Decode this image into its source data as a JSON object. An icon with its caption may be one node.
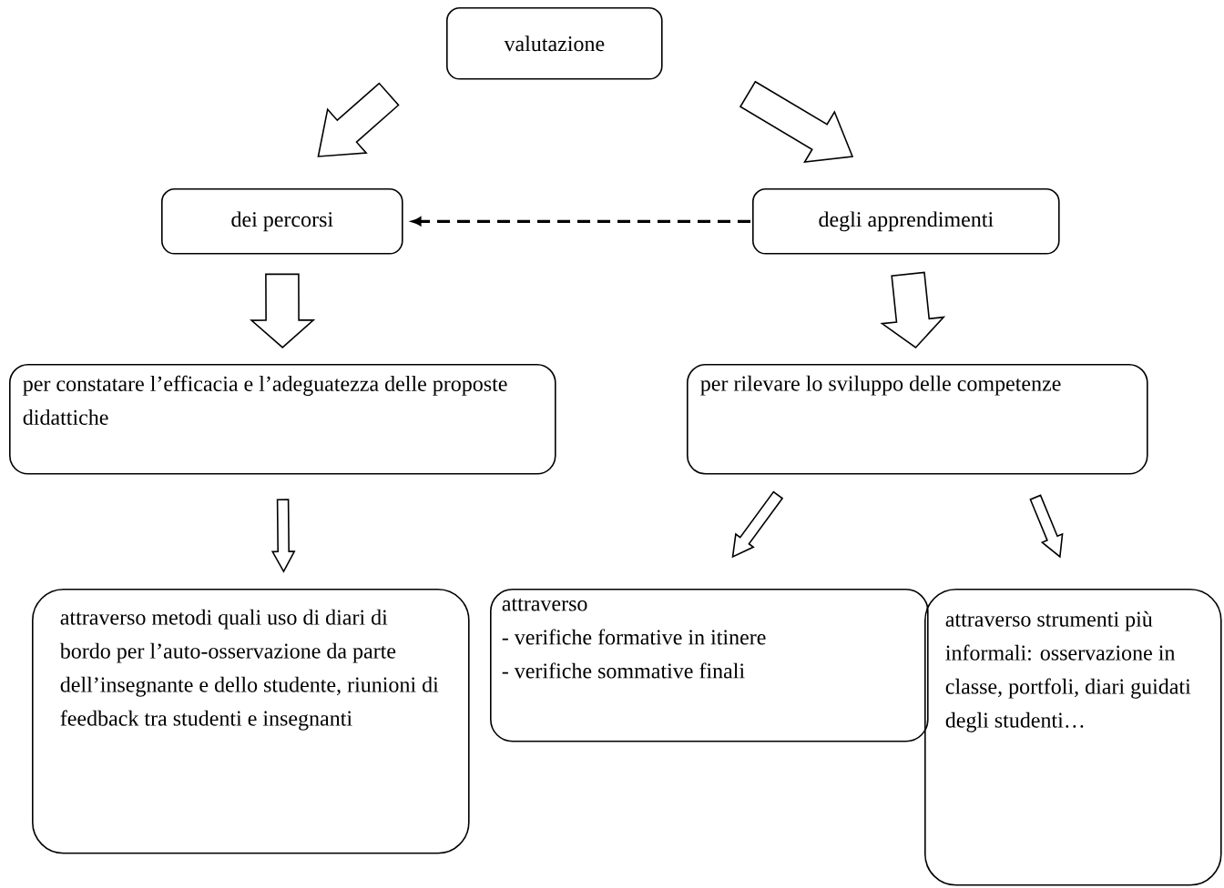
{
  "diagram": {
    "nodes": [
      {
        "text": [
          "valutazione"
        ]
      },
      {
        "text": [
          "dei percorsi"
        ]
      },
      {
        "text": [
          "degli apprendimenti"
        ]
      },
      {
        "text": [
          "per constatare l’efficacia e l’adeguatezza delle proposte didattiche"
        ]
      },
      {
        "text": [
          "per rilevare lo sviluppo delle competenze"
        ]
      },
      {
        "text": [
          "attraverso metodi quali uso di diari di bordo per l’auto-osservazione da parte dell’insegnante e dello studente, riunioni di feedback tra studenti e insegnanti"
        ]
      },
      {
        "text": [
          "attraverso",
          "- verifiche formative in itinere",
          "- verifiche sommative finali"
        ]
      },
      {
        "text": [
          "attraverso strumenti più informali: osservazione in classe, portfoli, diari guidati degli studenti…"
        ]
      }
    ],
    "edges": [
      {
        "from": 0,
        "to": 1,
        "arrow": "to"
      },
      {
        "from": 0,
        "to": 2,
        "arrow": "to"
      },
      {
        "from": 2,
        "to": 1,
        "arrow": "to",
        "style": "dashed"
      },
      {
        "from": 1,
        "to": 3,
        "arrow": "to"
      },
      {
        "from": 2,
        "to": 4,
        "arrow": "to"
      },
      {
        "from": 3,
        "to": 5,
        "arrow": "to"
      },
      {
        "from": 4,
        "to": 6,
        "arrow": "to"
      },
      {
        "from": 4,
        "to": 7,
        "arrow": "to"
      }
    ]
  }
}
